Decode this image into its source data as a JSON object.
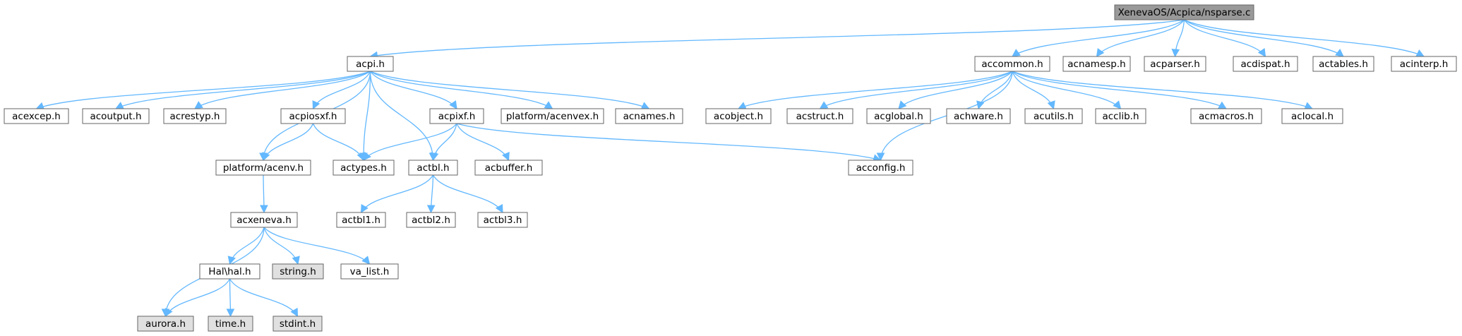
{
  "colors": {
    "root_fill": "#999999",
    "node_fill": "#ffffff",
    "system_fill": "#e0e0e0",
    "edge": "#63b8ff"
  },
  "nodes": [
    {
      "id": "root",
      "label": "XenevaOS/Acpica/nsparse.c",
      "style": "root"
    },
    {
      "id": "acpi",
      "label": "acpi.h",
      "style": "normal"
    },
    {
      "id": "accommon",
      "label": "accommon.h",
      "style": "normal"
    },
    {
      "id": "acnamesp",
      "label": "acnamesp.h",
      "style": "normal"
    },
    {
      "id": "acparser",
      "label": "acparser.h",
      "style": "normal"
    },
    {
      "id": "acdispat",
      "label": "acdispat.h",
      "style": "normal"
    },
    {
      "id": "actables",
      "label": "actables.h",
      "style": "normal"
    },
    {
      "id": "acinterp",
      "label": "acinterp.h",
      "style": "normal"
    },
    {
      "id": "acexcep",
      "label": "acexcep.h",
      "style": "normal"
    },
    {
      "id": "acoutput",
      "label": "acoutput.h",
      "style": "normal"
    },
    {
      "id": "acrestyp",
      "label": "acrestyp.h",
      "style": "normal"
    },
    {
      "id": "acpiosxf",
      "label": "acpiosxf.h",
      "style": "normal"
    },
    {
      "id": "acpixf",
      "label": "acpixf.h",
      "style": "normal"
    },
    {
      "id": "acenvex",
      "label": "platform/acenvex.h",
      "style": "normal"
    },
    {
      "id": "acnames",
      "label": "acnames.h",
      "style": "normal"
    },
    {
      "id": "acobject",
      "label": "acobject.h",
      "style": "normal"
    },
    {
      "id": "acstruct",
      "label": "acstruct.h",
      "style": "normal"
    },
    {
      "id": "acglobal",
      "label": "acglobal.h",
      "style": "normal"
    },
    {
      "id": "achware",
      "label": "achware.h",
      "style": "normal"
    },
    {
      "id": "acutils",
      "label": "acutils.h",
      "style": "normal"
    },
    {
      "id": "acclib",
      "label": "acclib.h",
      "style": "normal"
    },
    {
      "id": "acmacros",
      "label": "acmacros.h",
      "style": "normal"
    },
    {
      "id": "aclocal",
      "label": "aclocal.h",
      "style": "normal"
    },
    {
      "id": "acenv",
      "label": "platform/acenv.h",
      "style": "normal"
    },
    {
      "id": "actypes",
      "label": "actypes.h",
      "style": "normal"
    },
    {
      "id": "actbl",
      "label": "actbl.h",
      "style": "normal"
    },
    {
      "id": "acbuffer",
      "label": "acbuffer.h",
      "style": "normal"
    },
    {
      "id": "acconfig",
      "label": "acconfig.h",
      "style": "normal"
    },
    {
      "id": "acxeneva",
      "label": "acxeneva.h",
      "style": "normal"
    },
    {
      "id": "actbl1",
      "label": "actbl1.h",
      "style": "normal"
    },
    {
      "id": "actbl2",
      "label": "actbl2.h",
      "style": "normal"
    },
    {
      "id": "actbl3",
      "label": "actbl3.h",
      "style": "normal"
    },
    {
      "id": "halh",
      "label": "Hal\\hal.h",
      "style": "normal"
    },
    {
      "id": "string",
      "label": "string.h",
      "style": "system"
    },
    {
      "id": "valist",
      "label": "va_list.h",
      "style": "normal"
    },
    {
      "id": "aurora",
      "label": "aurora.h",
      "style": "system"
    },
    {
      "id": "time",
      "label": "time.h",
      "style": "system"
    },
    {
      "id": "stdint",
      "label": "stdint.h",
      "style": "system"
    }
  ],
  "edges": [
    [
      "root",
      "acpi"
    ],
    [
      "root",
      "accommon"
    ],
    [
      "root",
      "acnamesp"
    ],
    [
      "root",
      "acparser"
    ],
    [
      "root",
      "acdispat"
    ],
    [
      "root",
      "actables"
    ],
    [
      "root",
      "acinterp"
    ],
    [
      "acpi",
      "acexcep"
    ],
    [
      "acpi",
      "acoutput"
    ],
    [
      "acpi",
      "acrestyp"
    ],
    [
      "acpi",
      "acpiosxf"
    ],
    [
      "acpi",
      "acpixf"
    ],
    [
      "acpi",
      "acenvex"
    ],
    [
      "acpi",
      "acnames"
    ],
    [
      "acpi",
      "acenv"
    ],
    [
      "acpi",
      "actypes"
    ],
    [
      "acpi",
      "actbl"
    ],
    [
      "acpiosxf",
      "acenv"
    ],
    [
      "acpiosxf",
      "actypes"
    ],
    [
      "acpixf",
      "actypes"
    ],
    [
      "acpixf",
      "actbl"
    ],
    [
      "acpixf",
      "acbuffer"
    ],
    [
      "acpixf",
      "acconfig"
    ],
    [
      "accommon",
      "acobject"
    ],
    [
      "accommon",
      "acstruct"
    ],
    [
      "accommon",
      "acglobal"
    ],
    [
      "accommon",
      "achware"
    ],
    [
      "accommon",
      "acutils"
    ],
    [
      "accommon",
      "acclib"
    ],
    [
      "accommon",
      "acmacros"
    ],
    [
      "accommon",
      "aclocal"
    ],
    [
      "accommon",
      "acconfig"
    ],
    [
      "acenv",
      "acxeneva"
    ],
    [
      "actbl",
      "actbl1"
    ],
    [
      "actbl",
      "actbl2"
    ],
    [
      "actbl",
      "actbl3"
    ],
    [
      "acxeneva",
      "aurora"
    ],
    [
      "acxeneva",
      "halh"
    ],
    [
      "acxeneva",
      "string"
    ],
    [
      "acxeneva",
      "valist"
    ],
    [
      "halh",
      "aurora"
    ],
    [
      "halh",
      "time"
    ],
    [
      "halh",
      "stdint"
    ]
  ]
}
